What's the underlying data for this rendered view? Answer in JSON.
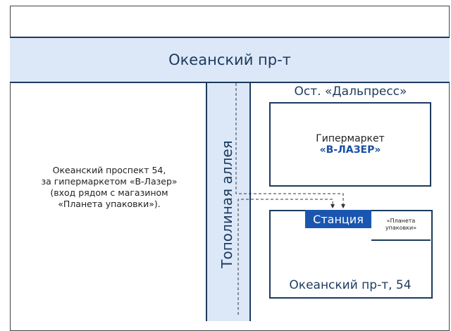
{
  "roads": {
    "horizontal": "Океанский пр-т",
    "vertical": "Тополиная аллея"
  },
  "left_description": [
    "Океанский проспект 54,",
    "за гипермаркетом «В-Лазер»",
    "(вход рядом с магазином",
    "«Планета упаковки»)."
  ],
  "bus_stop": "Ост. «Дальпресс»",
  "hypermarket": {
    "label": "Гипермаркет",
    "brand": "«В-ЛАЗЕР»"
  },
  "station": "Станция",
  "shop": [
    "«Планета",
    "упаковки»"
  ],
  "address": "Океанский пр-т, 54",
  "colors": {
    "road": "#dce8f8",
    "line": "#1d3a5e",
    "station": "#1a56b0"
  }
}
